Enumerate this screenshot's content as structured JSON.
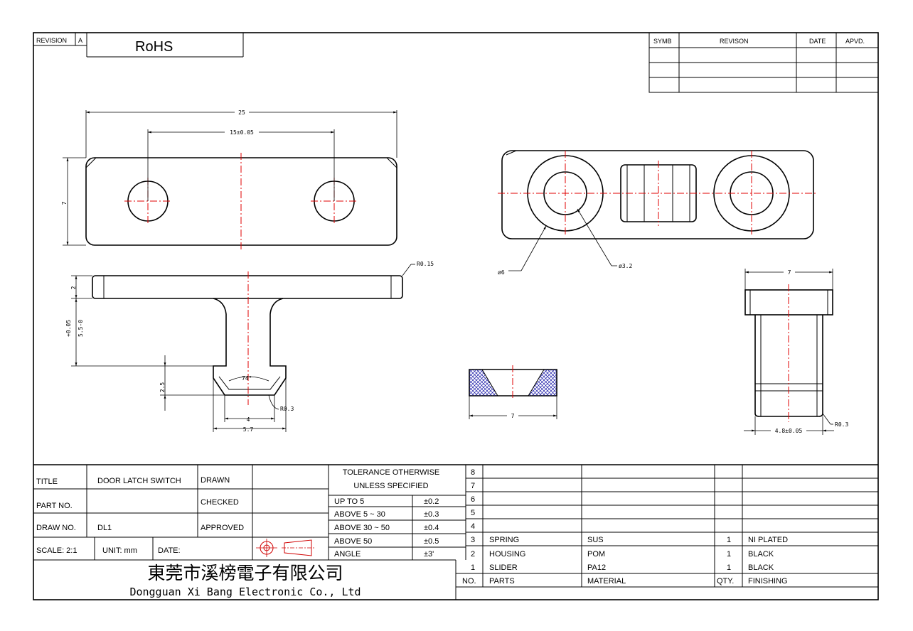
{
  "header": {
    "revision_label": "REVISION",
    "revision_value": "A",
    "rohs": "RoHS",
    "rev_table_headers": [
      "SYMB",
      "REVISON",
      "DATE",
      "APVD."
    ]
  },
  "dimensions": {
    "top_overall": "25",
    "top_holes": "15±0.05",
    "top_height": "7",
    "side_flange": "2",
    "side_total_a": "+0.05",
    "side_total_b": "5.5-0",
    "side_hook": "2.5",
    "angle": "74°",
    "hook_inner": "4",
    "hook_outer": "5.7",
    "radius_a": "R0.15",
    "radius_b": "R0.3",
    "outer_dia": "ø6",
    "inner_dia": "ø3.2",
    "washer_width": "7",
    "end_width": "7",
    "end_base": "4.8±0.05",
    "radius_c": "R0.3"
  },
  "title_block": {
    "title_label": "TITLE",
    "title_value": "DOOR LATCH SWITCH",
    "part_no_label": "PART NO.",
    "part_no_value": "",
    "draw_no_label": "DRAW NO.",
    "draw_no_value": "DL1",
    "scale": "SCALE: 2:1",
    "unit": "UNIT: mm",
    "date_label": "DATE:",
    "drawn_label": "DRAWN",
    "checked_label": "CHECKED",
    "approved_label": "APPROVED",
    "company_cn": "東莞市溪榜電子有限公司",
    "company_en": "Dongguan Xi Bang Electronic Co., Ltd"
  },
  "tolerance": {
    "heading_1": "TOLERANCE OTHERWISE",
    "heading_2": "UNLESS SPECIFIED",
    "rows": [
      {
        "range": "UP TO 5",
        "value": "±0.2"
      },
      {
        "range": "ABOVE 5 ~ 30",
        "value": "±0.3"
      },
      {
        "range": "ABOVE 30 ~ 50",
        "value": "±0.4"
      },
      {
        "range": "ABOVE 50",
        "value": "±0.5"
      },
      {
        "range": "ANGLE",
        "value": "±3'"
      }
    ]
  },
  "bom": {
    "row_numbers": [
      "8",
      "7",
      "6",
      "5",
      "4"
    ],
    "parts": [
      {
        "no": "3",
        "part": "SPRING",
        "material": "SUS",
        "qty": "1",
        "finishing": "NI PLATED"
      },
      {
        "no": "2",
        "part": "HOUSING",
        "material": "POM",
        "qty": "1",
        "finishing": "BLACK"
      },
      {
        "no": "1",
        "part": "SLIDER",
        "material": "PA12",
        "qty": "1",
        "finishing": "BLACK"
      }
    ],
    "headers": {
      "no": "NO.",
      "parts": "PARTS",
      "material": "MATERIAL",
      "qty": "QTY.",
      "finishing": "FINISHING"
    }
  }
}
